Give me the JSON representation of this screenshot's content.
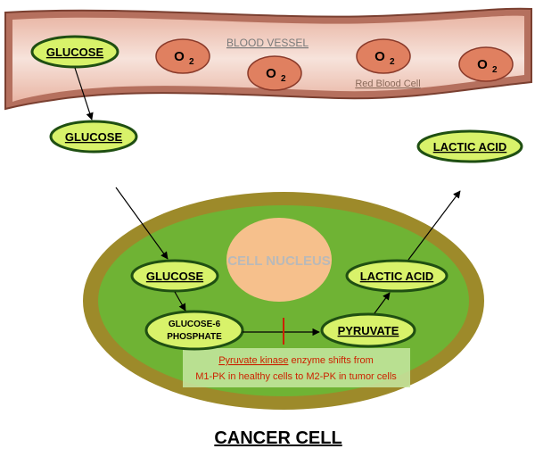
{
  "blood_vessel": {
    "label": "BLOOD VESSEL",
    "rbc_label": "Red Blood Cell",
    "glucose": "GLUCOSE",
    "oxygen": "O",
    "oxygen_subscript": "2"
  },
  "outside": {
    "glucose": "GLUCOSE",
    "lactic_acid": "LACTIC ACID"
  },
  "cell": {
    "nucleus": "CELL NUCLEUS",
    "glucose": "GLUCOSE",
    "g6p_line1": "GLUCOSE-6",
    "g6p_line2": "PHOSPHATE",
    "pyruvate": "PYRUVATE",
    "lactic_acid": "LACTIC ACID",
    "note_line1_a": "Pyruvate kinase",
    "note_line1_b": " enzyme shifts from",
    "note_line2": "M1-PK in healthy cells to M2-PK in tumor cells"
  },
  "caption": "CANCER CELL",
  "colors": {
    "vessel": "#b5705e",
    "vessel_inner": "#f4d7cc",
    "rbc": "#e08060",
    "node_fill": "#d8f26a",
    "node_stroke": "#2a6e1a",
    "cell_outer": "#9d8a2a",
    "cell_inner": "#6fb334",
    "nucleus": "#f6c08c",
    "accent_red": "#cc2200"
  }
}
